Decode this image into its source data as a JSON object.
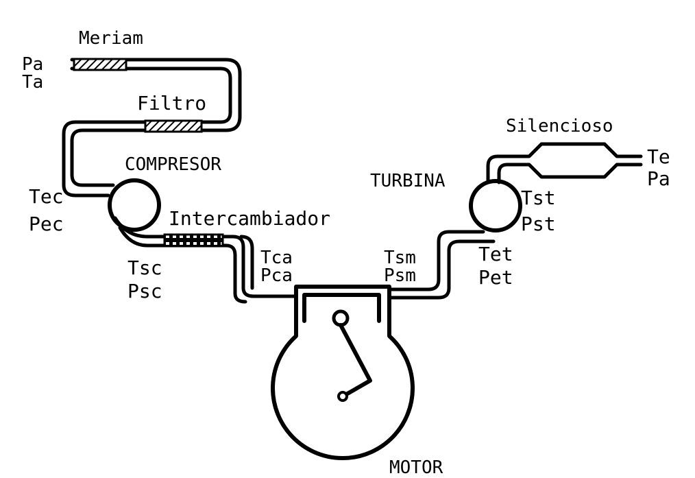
{
  "labels": {
    "meriam": "Meriam",
    "pa_in": "Pa",
    "ta_in": "Ta",
    "filtro": "Filtro",
    "compresor": "COMPRESOR",
    "tec": "Tec",
    "pec": "Pec",
    "intercambiador": "Intercambiador",
    "tsc": "Tsc",
    "psc": "Psc",
    "tca": "Tca",
    "pca": "Pca",
    "tsm": "Tsm",
    "psm": "Psm",
    "turbina": "TURBINA",
    "tst": "Tst",
    "pst": "Pst",
    "tet": "Tet",
    "pet": "Pet",
    "silencioso": "Silencioso",
    "te": "Te",
    "pa_out": "Pa",
    "motor": "MOTOR"
  },
  "colors": {
    "ink": "#000000",
    "paper": "#ffffff"
  }
}
